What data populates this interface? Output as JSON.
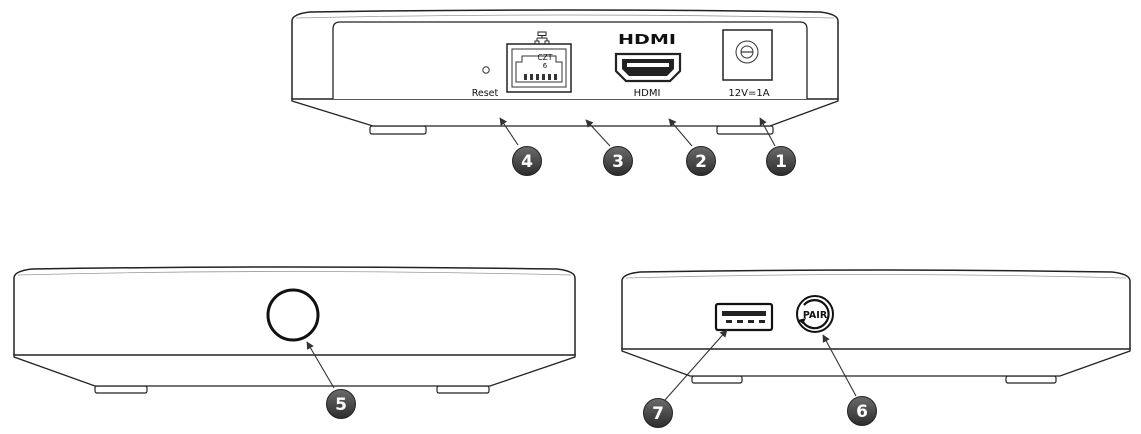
{
  "rear_view": {
    "port_labels": {
      "reset": "Reset",
      "hdmi": "HDMI",
      "hdmi_logo": "HDMI",
      "power": "12V=1A",
      "ethernet_text_top": "CZT",
      "ethernet_text_bottom": "6"
    },
    "callouts": [
      "4",
      "3",
      "2",
      "1"
    ]
  },
  "front_view": {
    "callouts": [
      "5"
    ]
  },
  "side_view": {
    "pair_label": "PAIR",
    "callouts": [
      "7",
      "6"
    ]
  }
}
